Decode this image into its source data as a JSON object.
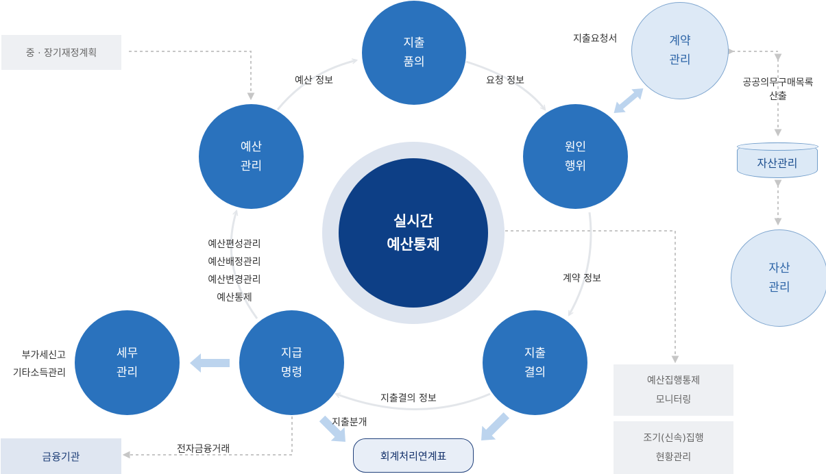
{
  "center": {
    "line1": "실시간",
    "line2": "예산통제"
  },
  "nodes": {
    "jichul_pumui": {
      "line1": "지출",
      "line2": "품의"
    },
    "wonin_haengwi": {
      "line1": "원인",
      "line2": "행위"
    },
    "jichul_gyeorui": {
      "line1": "지출",
      "line2": "결의"
    },
    "jigeup_myeongryeong": {
      "line1": "지급",
      "line2": "명령"
    },
    "yesan_gwanri": {
      "line1": "예산",
      "line2": "관리"
    },
    "semu_gwanri": {
      "line1": "세무",
      "line2": "관리"
    },
    "gyeyak_gwanri": {
      "line1": "계약",
      "line2": "관리"
    },
    "jasan_gwanri": {
      "line1": "자산",
      "line2": "관리"
    }
  },
  "edge_labels": {
    "budget_info": "예산 정보",
    "request_info": "요청 정보",
    "contract_info": "계약 정보",
    "settlement_info": "지출결의 정보",
    "payment_split": "지출분개",
    "e_finance": "전자금융거래",
    "request_doc": "지출요청서",
    "procurement": [
      "공공의무구매목록",
      "산출"
    ],
    "budget_tasks": [
      "예산편성관리",
      "예산배정관리",
      "예산변경관리",
      "예산통제"
    ],
    "tax_tasks": [
      "부가세신고",
      "기타소득관리"
    ]
  },
  "boxes": {
    "midlong_plan": "중 · 장기재정계획",
    "monitoring": {
      "line1": "예산집행통제",
      "line2": "모니터링"
    },
    "early_execution": {
      "line1": "조기(신속)집행",
      "line2": "현황관리"
    },
    "financial_institution": "금융기관",
    "accounting_link": "회계처리연계표",
    "asset_db": "자산관리"
  },
  "colors": {
    "node_blue": "#2a72bd",
    "center_dark": "#0d3f86",
    "center_ring": "#dde4ef",
    "pale_node": "#dde9f6",
    "arrow_light_blue": "#bcd4ee",
    "dashed_gray": "#c6c6c6"
  }
}
